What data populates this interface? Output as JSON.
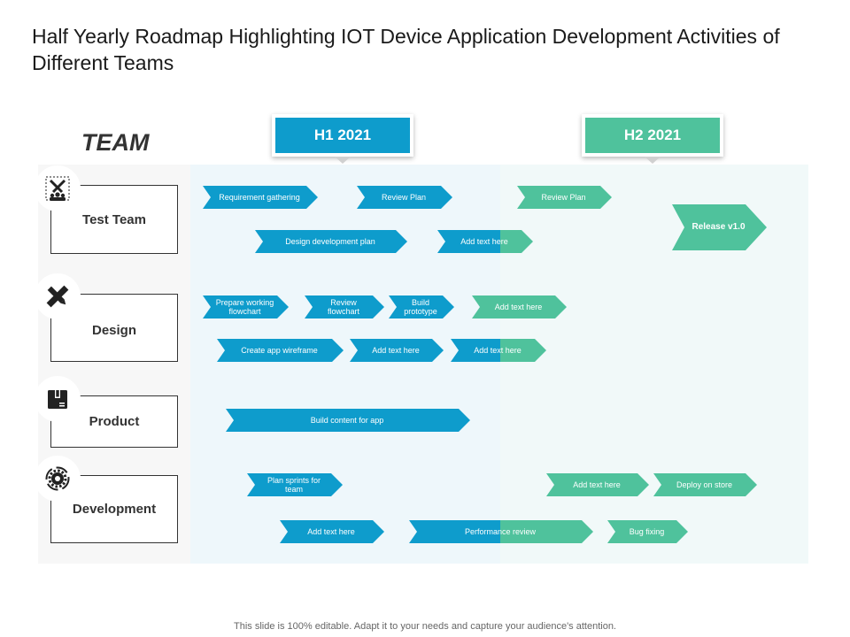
{
  "title": "Half Yearly Roadmap Highlighting IOT Device Application Development Activities of Different Teams",
  "team_heading": "TEAM",
  "periods": [
    {
      "label": "H1 2021",
      "color": "#0e9ccc"
    },
    {
      "label": "H2 2021",
      "color": "#4fc29c"
    }
  ],
  "colors": {
    "h1": "#0e9ccc",
    "h2": "#4fc29c"
  },
  "teams": [
    {
      "label": "Test Team",
      "icon": "tools-team-icon"
    },
    {
      "label": "Design",
      "icon": "pencil-ruler-icon"
    },
    {
      "label": "Product",
      "icon": "package-icon"
    },
    {
      "label": "Development",
      "icon": "gear-cycle-icon"
    }
  ],
  "activities": {
    "requirement_gathering": "Requirement gathering",
    "review_plan_1": "Review Plan",
    "review_plan_2": "Review Plan",
    "release": "Release v1.0",
    "design_dev_plan": "Design development plan",
    "test_add_text": "Add text here",
    "prepare_flowchart": "Prepare working flowchart",
    "review_flowchart": "Review flowchart",
    "build_prototype": "Build prototype",
    "design_add_text_1": "Add text here",
    "create_wireframe": "Create app wireframe",
    "design_add_text_2": "Add text here",
    "design_add_text_3": "Add text here",
    "build_content": "Build content for app",
    "plan_sprints": "Plan sprints for team",
    "dev_add_text_1": "Add text here",
    "deploy": "Deploy on store",
    "dev_add_text_2": "Add text here",
    "performance_review": "Performance review",
    "bug_fixing": "Bug fixing"
  },
  "footer": "This slide is 100% editable. Adapt it to your needs and capture your audience's attention."
}
